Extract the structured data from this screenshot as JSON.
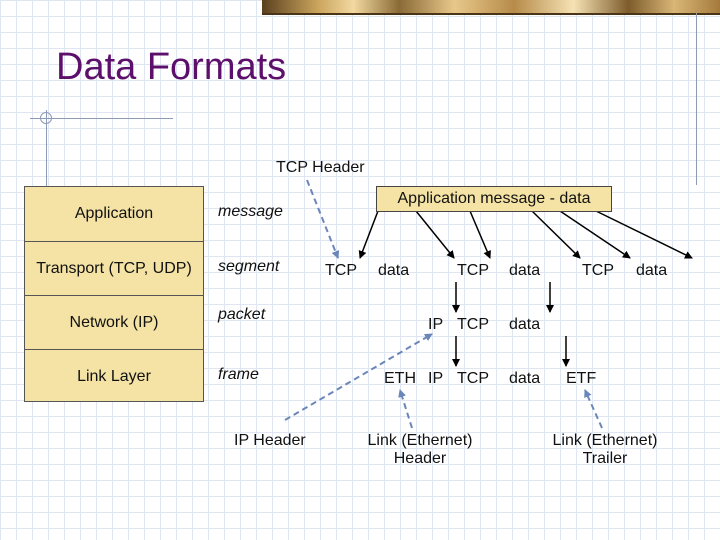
{
  "title": "Data Formats",
  "layers": [
    "Application",
    "Transport (TCP, UDP)",
    "Network (IP)",
    "Link Layer"
  ],
  "units": [
    "message",
    "segment",
    "packet",
    "frame"
  ],
  "tcp_header_label": "TCP Header",
  "app_message_box": "Application message - data",
  "segment_row": {
    "tcp": "TCP",
    "data": "data"
  },
  "packet_row": {
    "ip": "IP",
    "tcp": "TCP",
    "data": "data"
  },
  "frame_row": {
    "eth": "ETH",
    "ip": "IP",
    "tcp": "TCP",
    "data": "data",
    "etf": "ETF"
  },
  "ip_header_label": "IP Header",
  "link_header_label": [
    "Link (Ethernet)",
    "Header"
  ],
  "link_trailer_label": [
    "Link (Ethernet)",
    "Trailer"
  ]
}
